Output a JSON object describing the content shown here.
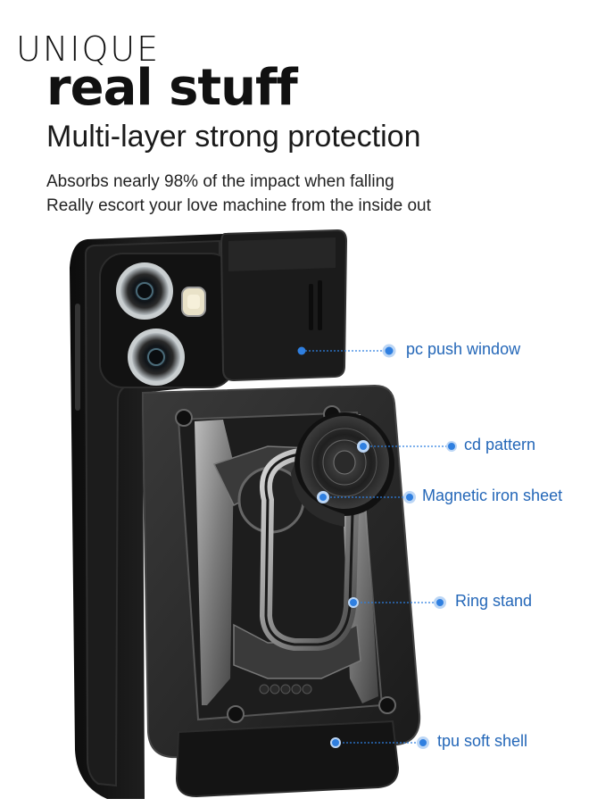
{
  "brand": {
    "logo_text": "UNIQUE"
  },
  "headline": "real stuff",
  "subheadline": "Multi-layer strong protection",
  "description": [
    "Absorbs nearly 98% of the impact when falling",
    "Really escort your love machine from the inside out"
  ],
  "callouts": [
    {
      "label": "pc push window"
    },
    {
      "label": "cd pattern"
    },
    {
      "label": "Magnetic iron sheet"
    },
    {
      "label": "Ring stand"
    },
    {
      "label": "tpu soft shell"
    }
  ],
  "colors": {
    "callout": "#2467b8",
    "callout_dot": "#2f7fe0",
    "case_dark": "#151515",
    "case_plate": "#2b2b2b",
    "metal": "#8a8a8a"
  }
}
